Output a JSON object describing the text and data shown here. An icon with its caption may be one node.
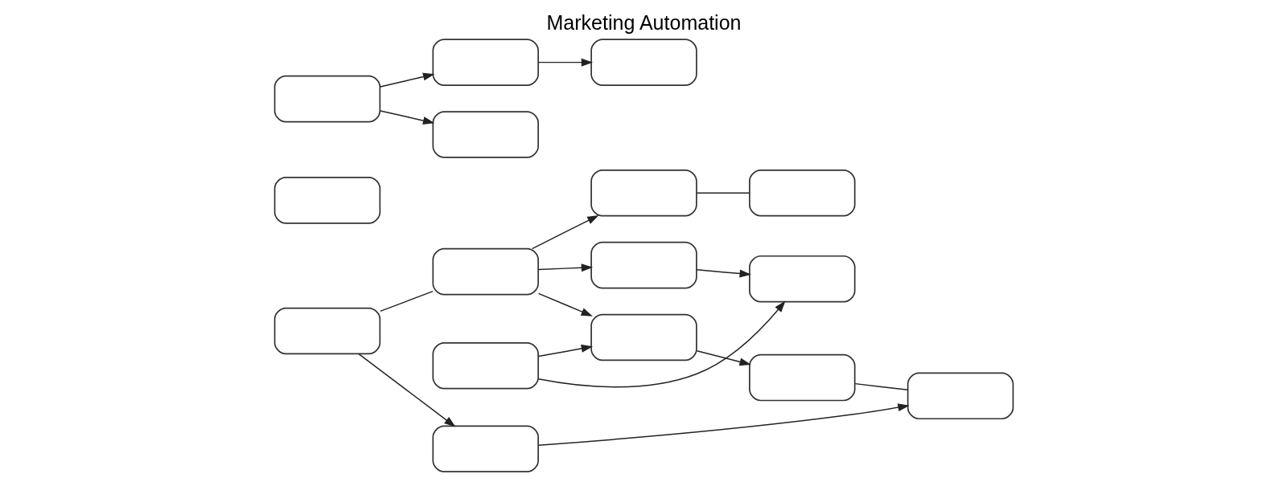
{
  "diagram": {
    "title": "Marketing Automation",
    "nodes": [
      {
        "text": [],
        "shape": "box"
      },
      {
        "text": [],
        "shape": "box"
      },
      {
        "text": [],
        "shape": "box"
      },
      {
        "text": [],
        "shape": "box"
      },
      {
        "text": [],
        "shape": "box"
      },
      {
        "text": [],
        "shape": "box"
      },
      {
        "text": [],
        "shape": "box"
      },
      {
        "text": [],
        "shape": "box"
      },
      {
        "text": [],
        "shape": "box"
      },
      {
        "text": [],
        "shape": "box"
      },
      {
        "text": [],
        "shape": "box"
      },
      {
        "text": [],
        "shape": "box"
      },
      {
        "text": [],
        "shape": "box"
      },
      {
        "text": [],
        "shape": "box"
      },
      {
        "text": [],
        "shape": "box"
      },
      {
        "text": [],
        "shape": "box"
      }
    ],
    "edges": [
      {
        "from": 0,
        "to": 1,
        "arrow": "to"
      },
      {
        "from": 1,
        "to": 2,
        "arrow": "to"
      },
      {
        "from": 0,
        "to": 3,
        "arrow": "none"
      },
      {
        "from": 3,
        "to": 4,
        "arrow": "to"
      },
      {
        "from": 4,
        "to": 5,
        "arrow": "to"
      },
      {
        "from": 5,
        "to": 2,
        "arrow": "none"
      },
      {
        "from": 3,
        "to": 7,
        "arrow": "to"
      },
      {
        "from": 3,
        "to": 12,
        "arrow": "to"
      },
      {
        "from": 7,
        "to": 8,
        "arrow": "none"
      },
      {
        "from": 9,
        "to": 4,
        "arrow": "to"
      },
      {
        "from": 9,
        "to": 13,
        "arrow": "to"
      },
      {
        "from": 10,
        "to": 14,
        "arrow": "to"
      },
      {
        "from": 10,
        "to": 11,
        "arrow": "to"
      },
      {
        "from": 11,
        "to": 15,
        "arrow": "to"
      },
      {
        "from": 12,
        "to": 13,
        "arrow": "to"
      }
    ]
  }
}
